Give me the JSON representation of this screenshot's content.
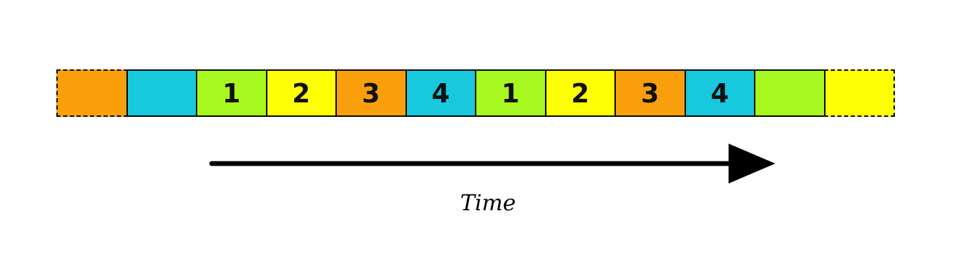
{
  "colors": {
    "orange": "#f99f0b",
    "cyan": "#17c8de",
    "green": "#a6f81f",
    "yellow": "#ffff05"
  },
  "cells": [
    {
      "label": "",
      "color": "#f99f0b",
      "dashed": true
    },
    {
      "label": "",
      "color": "#17c8de",
      "dashed": false
    },
    {
      "label": "1",
      "color": "#a6f81f",
      "dashed": false
    },
    {
      "label": "2",
      "color": "#ffff05",
      "dashed": false
    },
    {
      "label": "3",
      "color": "#f99f0b",
      "dashed": false
    },
    {
      "label": "4",
      "color": "#17c8de",
      "dashed": false
    },
    {
      "label": "1",
      "color": "#a6f81f",
      "dashed": false
    },
    {
      "label": "2",
      "color": "#ffff05",
      "dashed": false
    },
    {
      "label": "3",
      "color": "#f99f0b",
      "dashed": false
    },
    {
      "label": "4",
      "color": "#17c8de",
      "dashed": false
    },
    {
      "label": "",
      "color": "#a6f81f",
      "dashed": false
    },
    {
      "label": "",
      "color": "#ffff05",
      "dashed": true
    }
  ],
  "arrow": {
    "direction": "right"
  },
  "axis_label": "Time"
}
